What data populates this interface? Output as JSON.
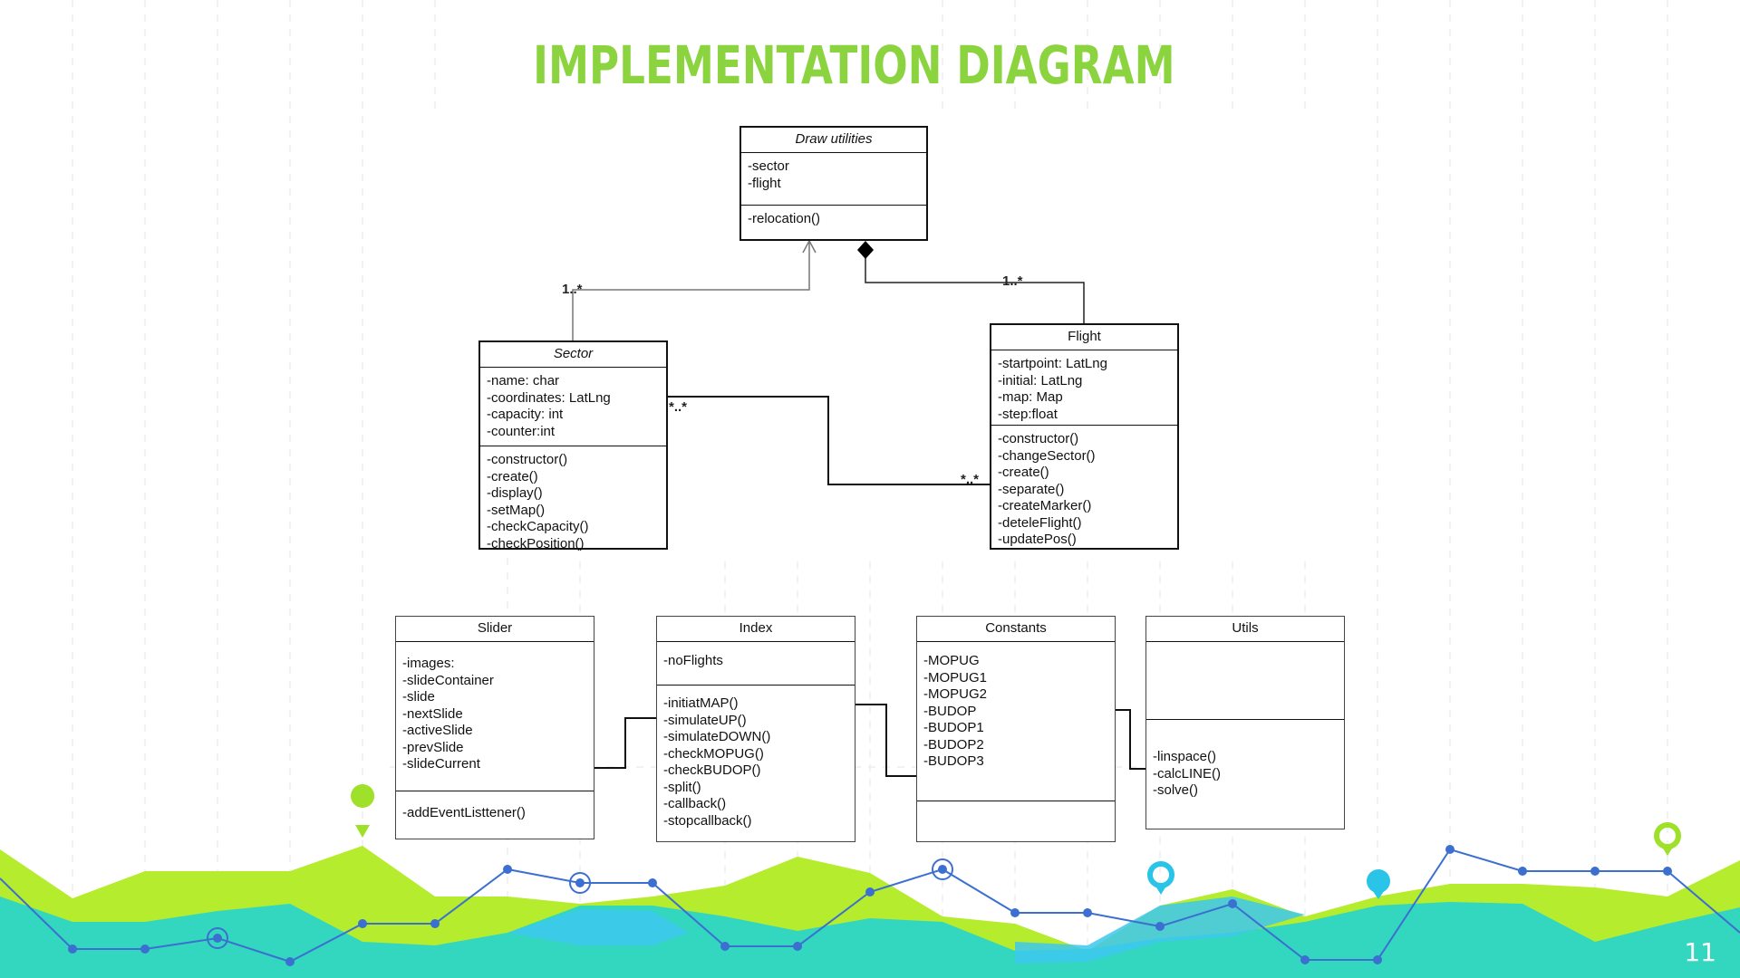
{
  "slide": {
    "title": "IMPLEMENTATION DIAGRAM",
    "page_number": "11"
  },
  "colors": {
    "title_green": "#8bd43f",
    "lime": "#b5ec2e",
    "teal": "#33d6bf",
    "cyan": "#3dc8ee",
    "line_blue": "#3b6fd0"
  },
  "classes": {
    "draw_utilities": {
      "name": "Draw utilities",
      "attributes": [
        "-sector",
        "-flight"
      ],
      "methods": [
        "-relocation()"
      ]
    },
    "sector": {
      "name": "Sector",
      "attributes": [
        "-name: char",
        "-coordinates: LatLng",
        "-capacity: int",
        "-counter:int"
      ],
      "methods": [
        "-constructor()",
        "-create()",
        "-display()",
        "-setMap()",
        "-checkCapacity()",
        "-checkPosition()"
      ]
    },
    "flight": {
      "name": "Flight",
      "attributes": [
        "-startpoint: LatLng",
        "-initial: LatLng",
        "-map: Map",
        "-step:float"
      ],
      "methods": [
        "-constructor()",
        "-changeSector()",
        "-create()",
        "-separate()",
        "-createMarker()",
        "-deteleFlight()",
        "-updatePos()"
      ]
    },
    "slider": {
      "name": "Slider",
      "attributes": [
        "-images:",
        "-slideContainer",
        "-slide",
        "-nextSlide",
        "-activeSlide",
        "-prevSlide",
        "-slideCurrent"
      ],
      "methods": [
        "-addEventListtener()"
      ]
    },
    "index": {
      "name": "Index",
      "attributes": [
        "-noFlights"
      ],
      "methods": [
        "-initiatMAP()",
        "-simulateUP()",
        "-simulateDOWN()",
        "-checkMOPUG()",
        "-checkBUDOP()",
        "-split()",
        "-callback()",
        "-stopcallback()"
      ]
    },
    "constants": {
      "name": "Constants",
      "attributes": [
        "-MOPUG",
        "-MOPUG1",
        "-MOPUG2",
        "-BUDOP",
        "-BUDOP1",
        "-BUDOP2",
        "-BUDOP3"
      ],
      "methods": []
    },
    "utils": {
      "name": "Utils",
      "attributes": [],
      "methods": [
        "-linspace()",
        "-calcLINE()",
        "-solve()"
      ]
    }
  },
  "relations": {
    "sector_to_draw": "1..*",
    "flight_to_draw": "1..*",
    "sector_flight_left": "*..*",
    "sector_flight_right": "*..*"
  }
}
